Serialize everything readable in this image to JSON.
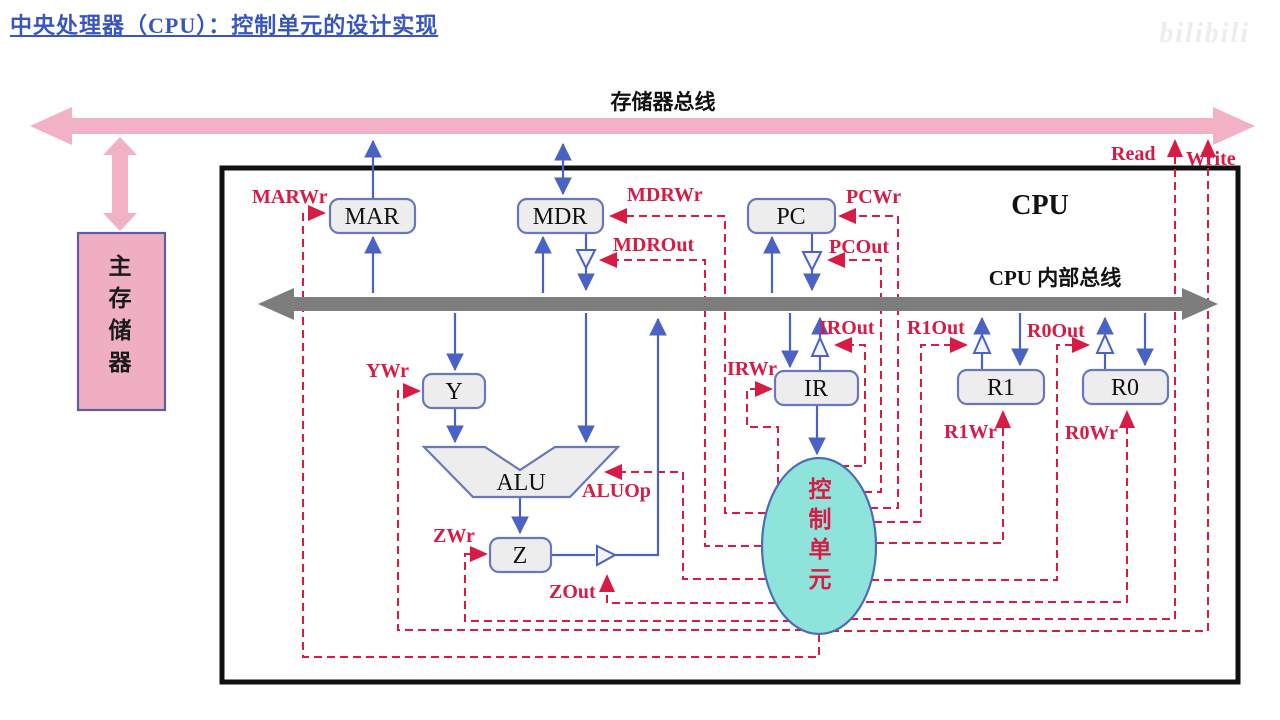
{
  "header": {
    "title": "中央处理器（CPU）：控制单元的设计实现",
    "watermark": "bilibili"
  },
  "memory_bus": {
    "label": "存储器总线"
  },
  "main_memory": {
    "label": "主存储器"
  },
  "cpu": {
    "label": "CPU",
    "internal_bus_label": "CPU 内部总线",
    "registers": {
      "mar": "MAR",
      "mdr": "MDR",
      "pc": "PC",
      "ir": "IR",
      "r1": "R1",
      "r0": "R0",
      "y": "Y",
      "z": "Z"
    },
    "alu_label": "ALU",
    "control_unit_label": "控制单元",
    "signals": {
      "marwr": "MARWr",
      "mdrwr": "MDRWr",
      "mdrout": "MDROut",
      "pcwr": "PCWr",
      "pcout": "PCOut",
      "irwr": "IRWr",
      "irout": "IROut",
      "r1out": "R1Out",
      "r0out": "R0Out",
      "r1wr": "R1Wr",
      "r0wr": "R0Wr",
      "ywr": "YWr",
      "aluop": "ALUOp",
      "zwr": "ZWr",
      "zout": "ZOut",
      "read": "Read",
      "write": "Write"
    }
  },
  "colors": {
    "signal_red": "#d81b45",
    "data_blue": "#4962c4",
    "bus_pink": "#f2b1c4",
    "bus_gray": "#7d7d7d",
    "control_unit_fill": "#8ee4da",
    "register_fill": "#ededed",
    "register_border": "#6878b8",
    "title_blue": "#3956c0"
  }
}
